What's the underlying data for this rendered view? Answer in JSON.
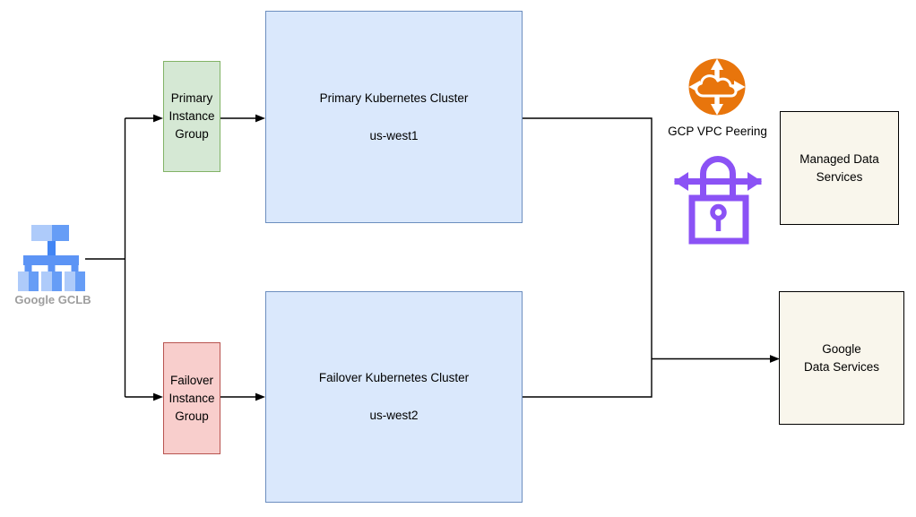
{
  "diagram": {
    "gclb": {
      "label": "Google GCLB"
    },
    "primary_instance_group": {
      "label": "Primary\nInstance\nGroup"
    },
    "failover_instance_group": {
      "label": "Failover\nInstance\nGroup"
    },
    "primary_cluster": {
      "title": "Primary Kubernetes Cluster",
      "region": "us-west1"
    },
    "failover_cluster": {
      "title": "Failover Kubernetes Cluster",
      "region": "us-west2"
    },
    "vpc_peering": {
      "label": "GCP VPC Peering"
    },
    "managed_data_services": {
      "label": "Managed Data\nServices"
    },
    "google_data_services": {
      "label": "Google\nData Services"
    },
    "colors": {
      "primary_group_fill": "#d5e8d4",
      "primary_group_border": "#82b366",
      "failover_group_fill": "#f8cecc",
      "failover_group_border": "#b85450",
      "cluster_fill": "#dae8fc",
      "cluster_border": "#6c8ebf",
      "data_services_fill": "#f9f6ec",
      "data_services_border": "#000000",
      "connector": "#000000",
      "vpc_peering_orange": "#e8750c",
      "vpn_lock_purple": "#8b52f5",
      "gclb_blue_light": "#aecbfa",
      "gclb_blue_medium": "#669df6",
      "gclb_blue_dark": "#4285f4",
      "gclb_label_gray": "#9e9e9e"
    }
  }
}
